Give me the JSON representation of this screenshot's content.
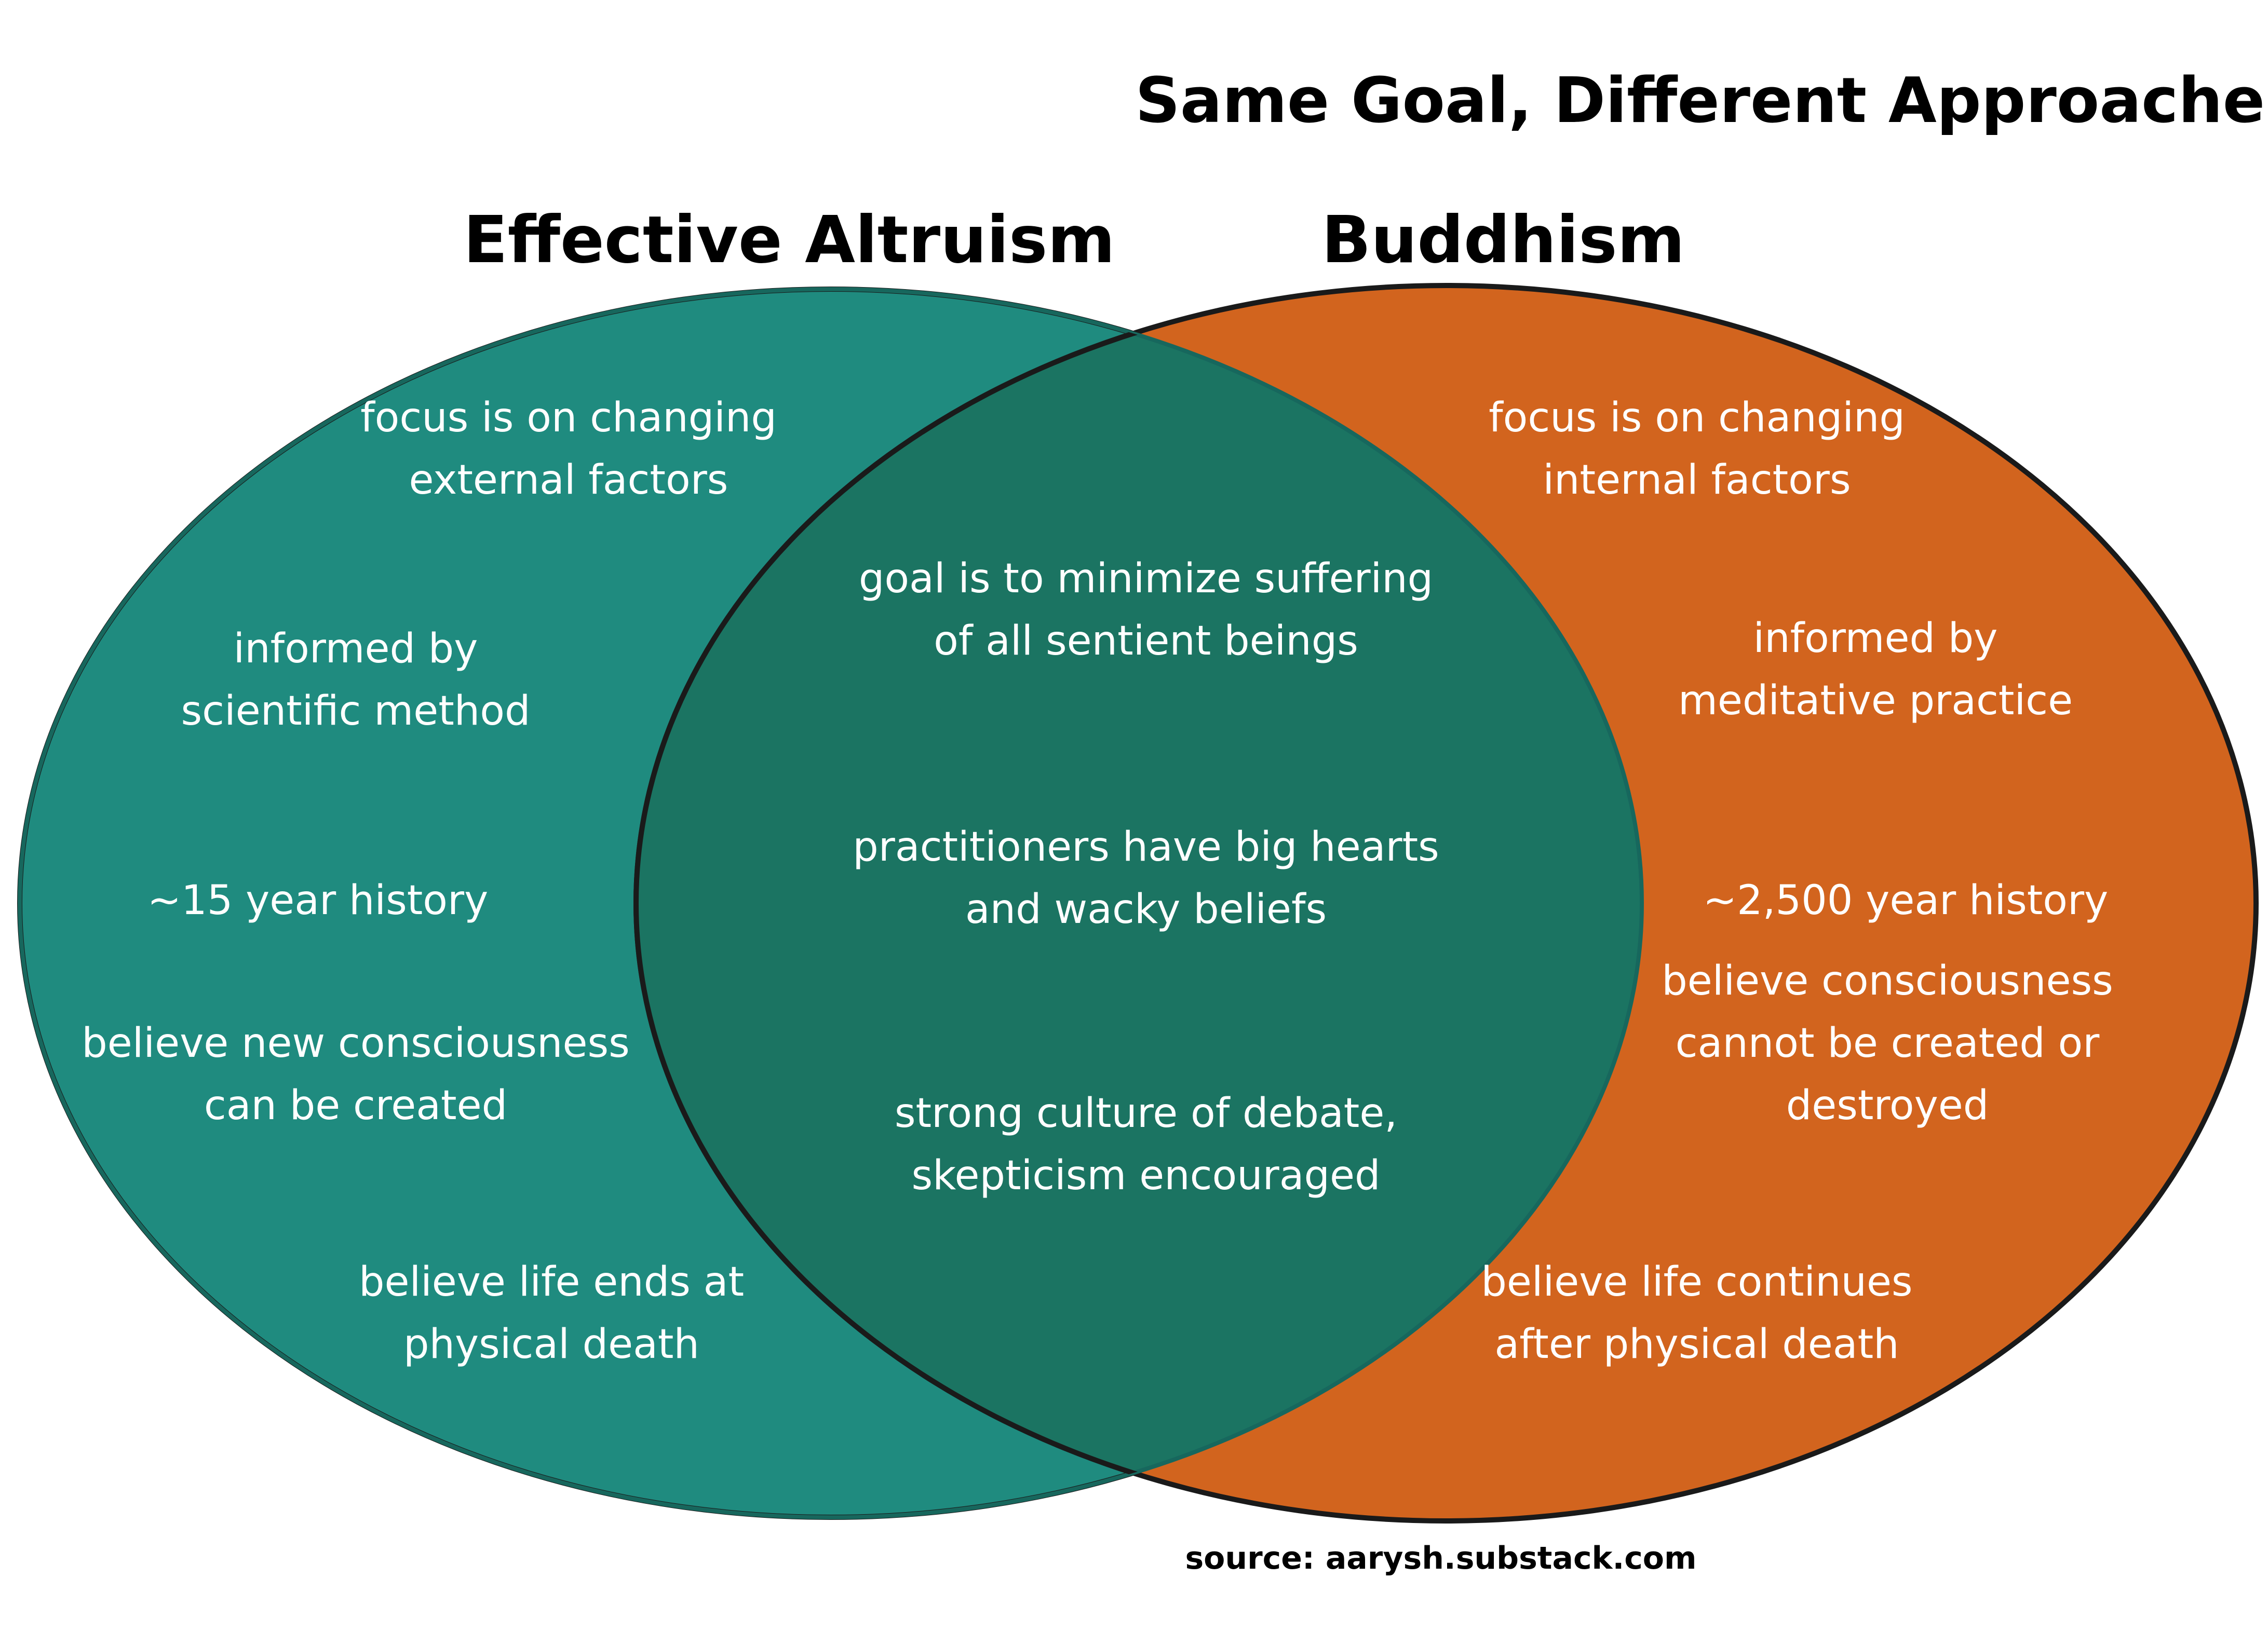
{
  "title": "Same Goal, Different Approaches",
  "source": "source: aarysh.substack.com",
  "colors": {
    "left_set": "#1f8b7f",
    "right_set": "#d2641e",
    "overlap": "#1b7462",
    "outline": "#1a1a1a"
  },
  "sets": {
    "left": {
      "name": "Effective Altruism",
      "items": [
        [
          "focus is on changing",
          "external factors"
        ],
        [
          "informed by",
          "scientific method"
        ],
        [
          "~15 year history"
        ],
        [
          "believe new consciousness",
          "can be created"
        ],
        [
          "believe life ends at",
          "physical death"
        ]
      ]
    },
    "right": {
      "name": "Buddhism",
      "items": [
        [
          "focus is on changing",
          "internal factors"
        ],
        [
          "informed by",
          "meditative practice"
        ],
        [
          "~2,500 year history"
        ],
        [
          "believe consciousness",
          "cannot be created or",
          "destroyed"
        ],
        [
          "believe life continues",
          "after physical death"
        ]
      ]
    },
    "shared": {
      "items": [
        [
          "goal is to minimize suffering",
          "of all sentient beings"
        ],
        [
          "practitioners have big hearts",
          "and wacky beliefs"
        ],
        [
          "strong culture of debate,",
          "skepticism encouraged"
        ]
      ]
    }
  }
}
